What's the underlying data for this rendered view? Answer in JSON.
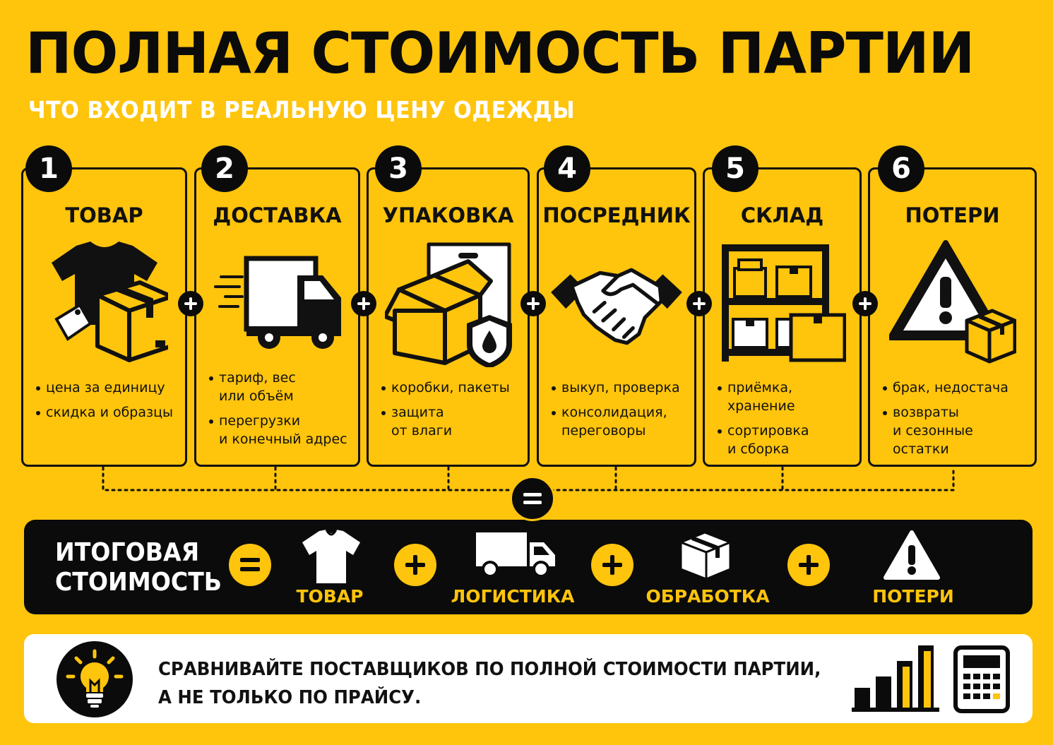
{
  "header": {
    "title": "ПОЛНАЯ СТОИМОСТЬ ПАРТИИ",
    "subtitle": "ЧТО ВХОДИТ В РЕАЛЬНУЮ ЦЕНУ ОДЕЖДЫ"
  },
  "steps": [
    {
      "number": "1",
      "title": "ТОВАР",
      "icon": "tshirt-box-tag-icon",
      "bullets": [
        "цена за единицу",
        "скидка и образцы"
      ]
    },
    {
      "number": "2",
      "title": "ДОСТАВКА",
      "icon": "delivery-truck-icon",
      "bullets": [
        "тариф, вес\nили объём",
        "перегрузки\nи конечный адрес"
      ]
    },
    {
      "number": "3",
      "title": "УПАКОВКА",
      "icon": "packaging-box-bag-icon",
      "bullets": [
        "коробки, пакеты",
        "защита\nот влаги"
      ]
    },
    {
      "number": "4",
      "title": "ПОСРЕДНИК",
      "icon": "handshake-icon",
      "bullets": [
        "выкуп, проверка",
        "консолидация,\nпереговоры"
      ]
    },
    {
      "number": "5",
      "title": "СКЛАД",
      "icon": "warehouse-shelves-icon",
      "bullets": [
        "приёмка, хранение",
        "сортировка\nи сборка"
      ]
    },
    {
      "number": "6",
      "title": "ПОТЕРИ",
      "icon": "warning-box-icon",
      "bullets": [
        "брак, недостача",
        "возвраты\nи сезонные остатки"
      ]
    }
  ],
  "total": {
    "label_line1": "ИТОГОВАЯ",
    "label_line2": "СТОИМОСТЬ",
    "terms": [
      {
        "label": "ТОВАР",
        "icon": "tshirt-icon"
      },
      {
        "label": "ЛОГИСТИКА",
        "icon": "truck-icon"
      },
      {
        "label": "ОБРАБОТКА",
        "icon": "box-icon"
      },
      {
        "label": "ПОТЕРИ",
        "icon": "warning-icon"
      }
    ]
  },
  "tip": {
    "line1": "СРАВНИВАЙТЕ ПОСТАВЩИКОВ ПО ПОЛНОЙ СТОИМОСТИ ПАРТИИ,",
    "line2": "А НЕ ТОЛЬКО ПО ПРАЙСУ.",
    "icons": [
      "lightbulb-icon",
      "bar-chart-icon",
      "calculator-icon"
    ]
  },
  "colors": {
    "background": "#FFC40C",
    "dark": "#0B0B0B",
    "light": "#FFFFFF"
  }
}
